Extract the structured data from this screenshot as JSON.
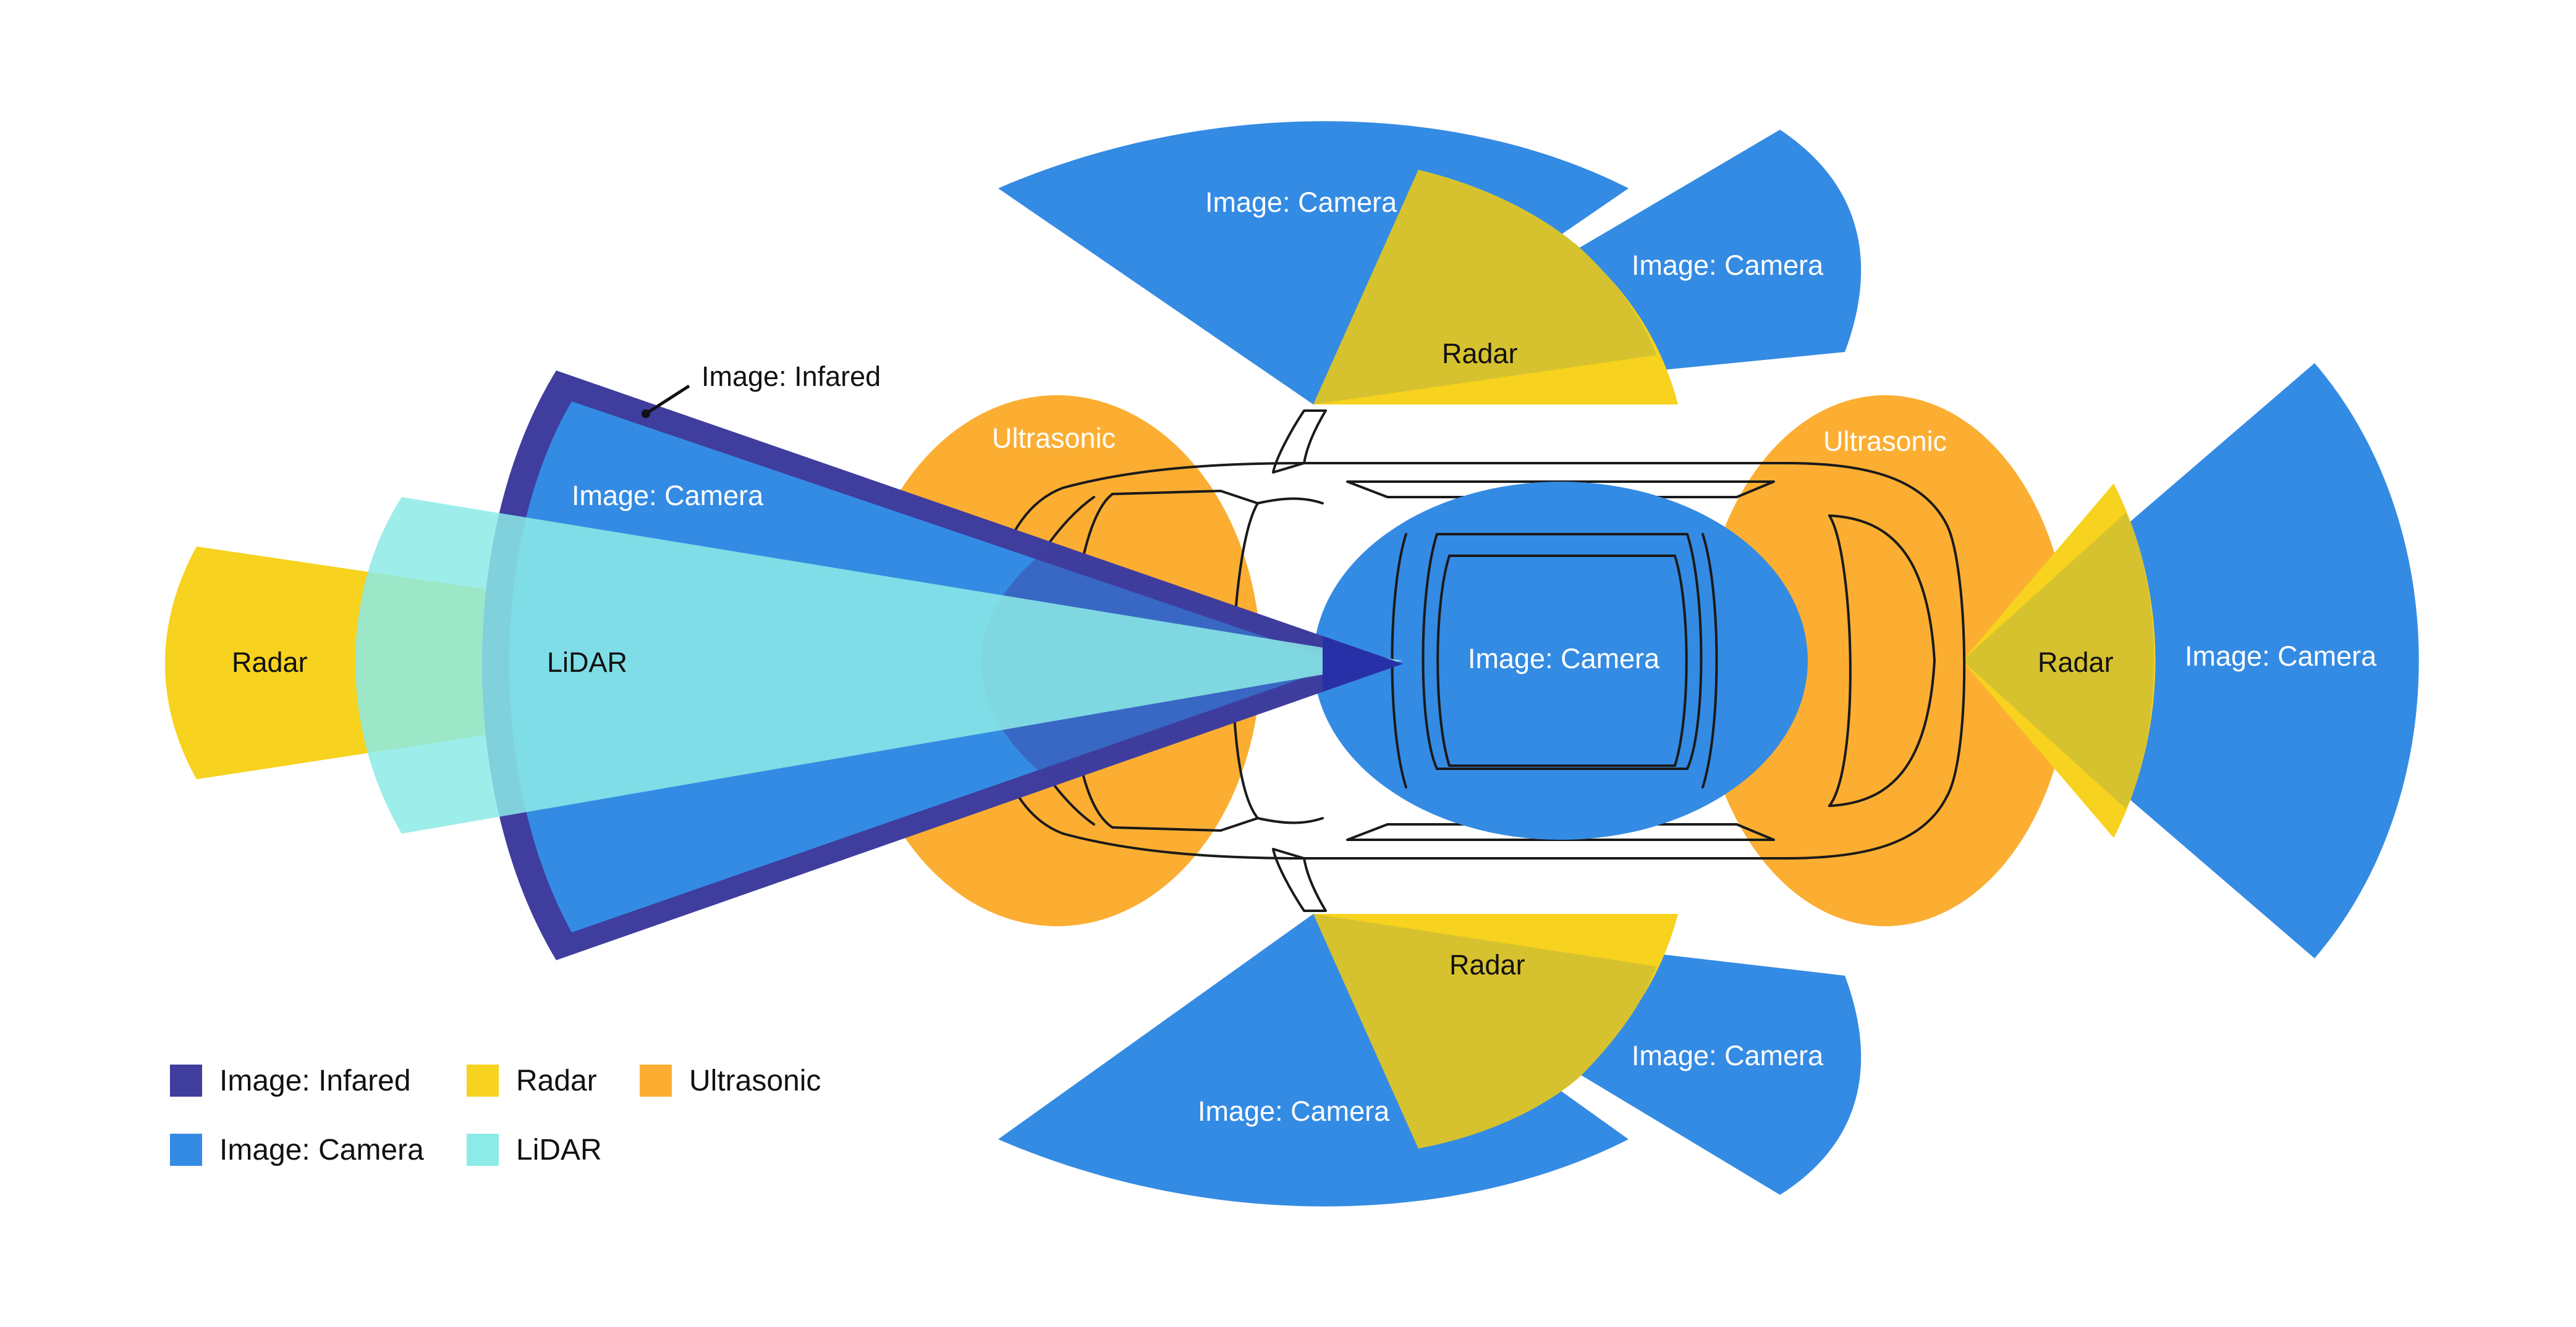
{
  "colors": {
    "camera": "#348BE3",
    "infrared": "#3F3D9E",
    "radar": "#F7D21E",
    "radar_overlap": "#D6C22F",
    "ultrasonic": "#FBAE32",
    "lidar": "#8CEBE6",
    "car_outline": "#1a1a1a"
  },
  "labels": {
    "infrared_callout": "Image: Infared",
    "front_camera": "Image: Camera",
    "front_lidar": "LiDAR",
    "front_radar": "Radar",
    "ultrasonic_front": "Ultrasonic",
    "ultrasonic_rear": "Ultrasonic",
    "roof_camera": "Image: Camera",
    "rear_radar": "Radar",
    "rear_camera": "Image: Camera",
    "top_left_camera": "Image: Camera",
    "top_right_camera": "Image: Camera",
    "top_radar": "Radar",
    "bottom_left_camera": "Image: Camera",
    "bottom_right_camera": "Image: Camera",
    "bottom_radar": "Radar"
  },
  "legend": [
    {
      "label": "Image: Infared",
      "color": "#3F3D9E"
    },
    {
      "label": "Radar",
      "color": "#F7D21E"
    },
    {
      "label": "Ultrasonic",
      "color": "#FBAE32"
    },
    {
      "label": "Image: Camera",
      "color": "#348BE3"
    },
    {
      "label": "LiDAR",
      "color": "#8CEBE6"
    }
  ]
}
